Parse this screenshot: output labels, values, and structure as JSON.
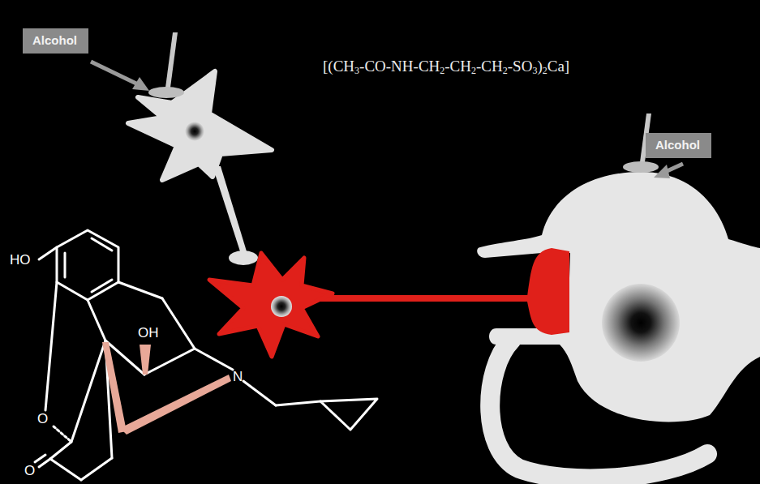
{
  "diagram": {
    "nodes": [
      {
        "text": [
          "Alcohol"
        ]
      },
      {
        "text": [
          "Alcohol"
        ]
      }
    ],
    "labels": [
      "[(CH3-CO-NH-CH2-CH2-CH2-SO3)2Ca]",
      "HO",
      "OH",
      "N",
      "O",
      "O"
    ]
  }
}
